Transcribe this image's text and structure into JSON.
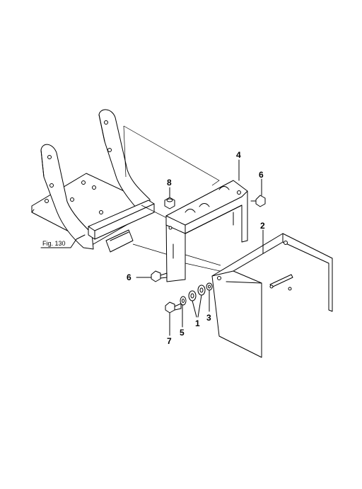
{
  "figure_ref": "Fig. 130",
  "callouts": {
    "c1": "1",
    "c2": "2",
    "c3": "3",
    "c4": "4",
    "c5": "5",
    "c6a": "6",
    "c6b": "6",
    "c7": "7",
    "c8": "8"
  }
}
